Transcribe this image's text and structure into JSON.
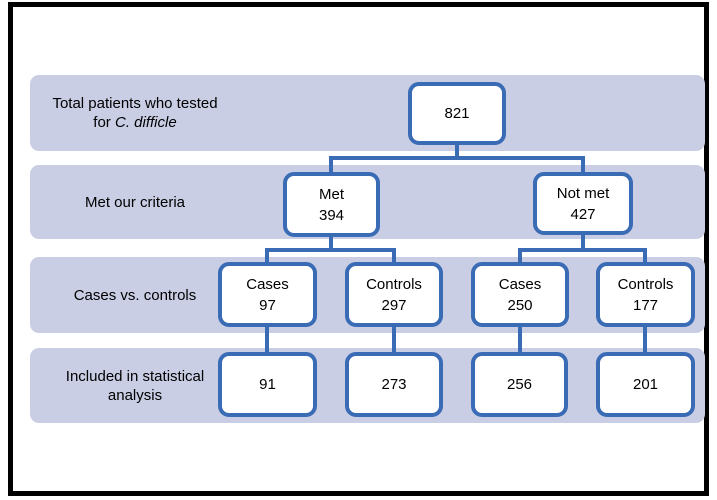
{
  "figure": {
    "type": "patient-flow-diagram",
    "accent_color": "#3a6bb5",
    "band_color": "#c9cee5",
    "frame_color": "#000000",
    "rows": {
      "total": {
        "line1": "Total patients who tested",
        "line2_prefix": "for ",
        "line2_italic": "C. difficle"
      },
      "criteria": {
        "label": "Met our criteria"
      },
      "cases_controls": {
        "label": "Cases vs. controls"
      },
      "analysis": {
        "label": "Included in statistical analysis"
      }
    },
    "nodes": {
      "total": {
        "value": "821"
      },
      "met": {
        "label": "Met",
        "value": "394"
      },
      "not_met": {
        "label": "Not met",
        "value": "427"
      },
      "met_cases": {
        "label": "Cases",
        "value": "97"
      },
      "met_controls": {
        "label": "Controls",
        "value": "297"
      },
      "not_met_cases": {
        "label": "Cases",
        "value": "250"
      },
      "not_met_controls": {
        "label": "Controls",
        "value": "177"
      },
      "analysis_met_cases": {
        "value": "91"
      },
      "analysis_met_controls": {
        "value": "273"
      },
      "analysis_not_met_cases": {
        "value": "256"
      },
      "analysis_not_met_controls": {
        "value": "201"
      }
    }
  }
}
